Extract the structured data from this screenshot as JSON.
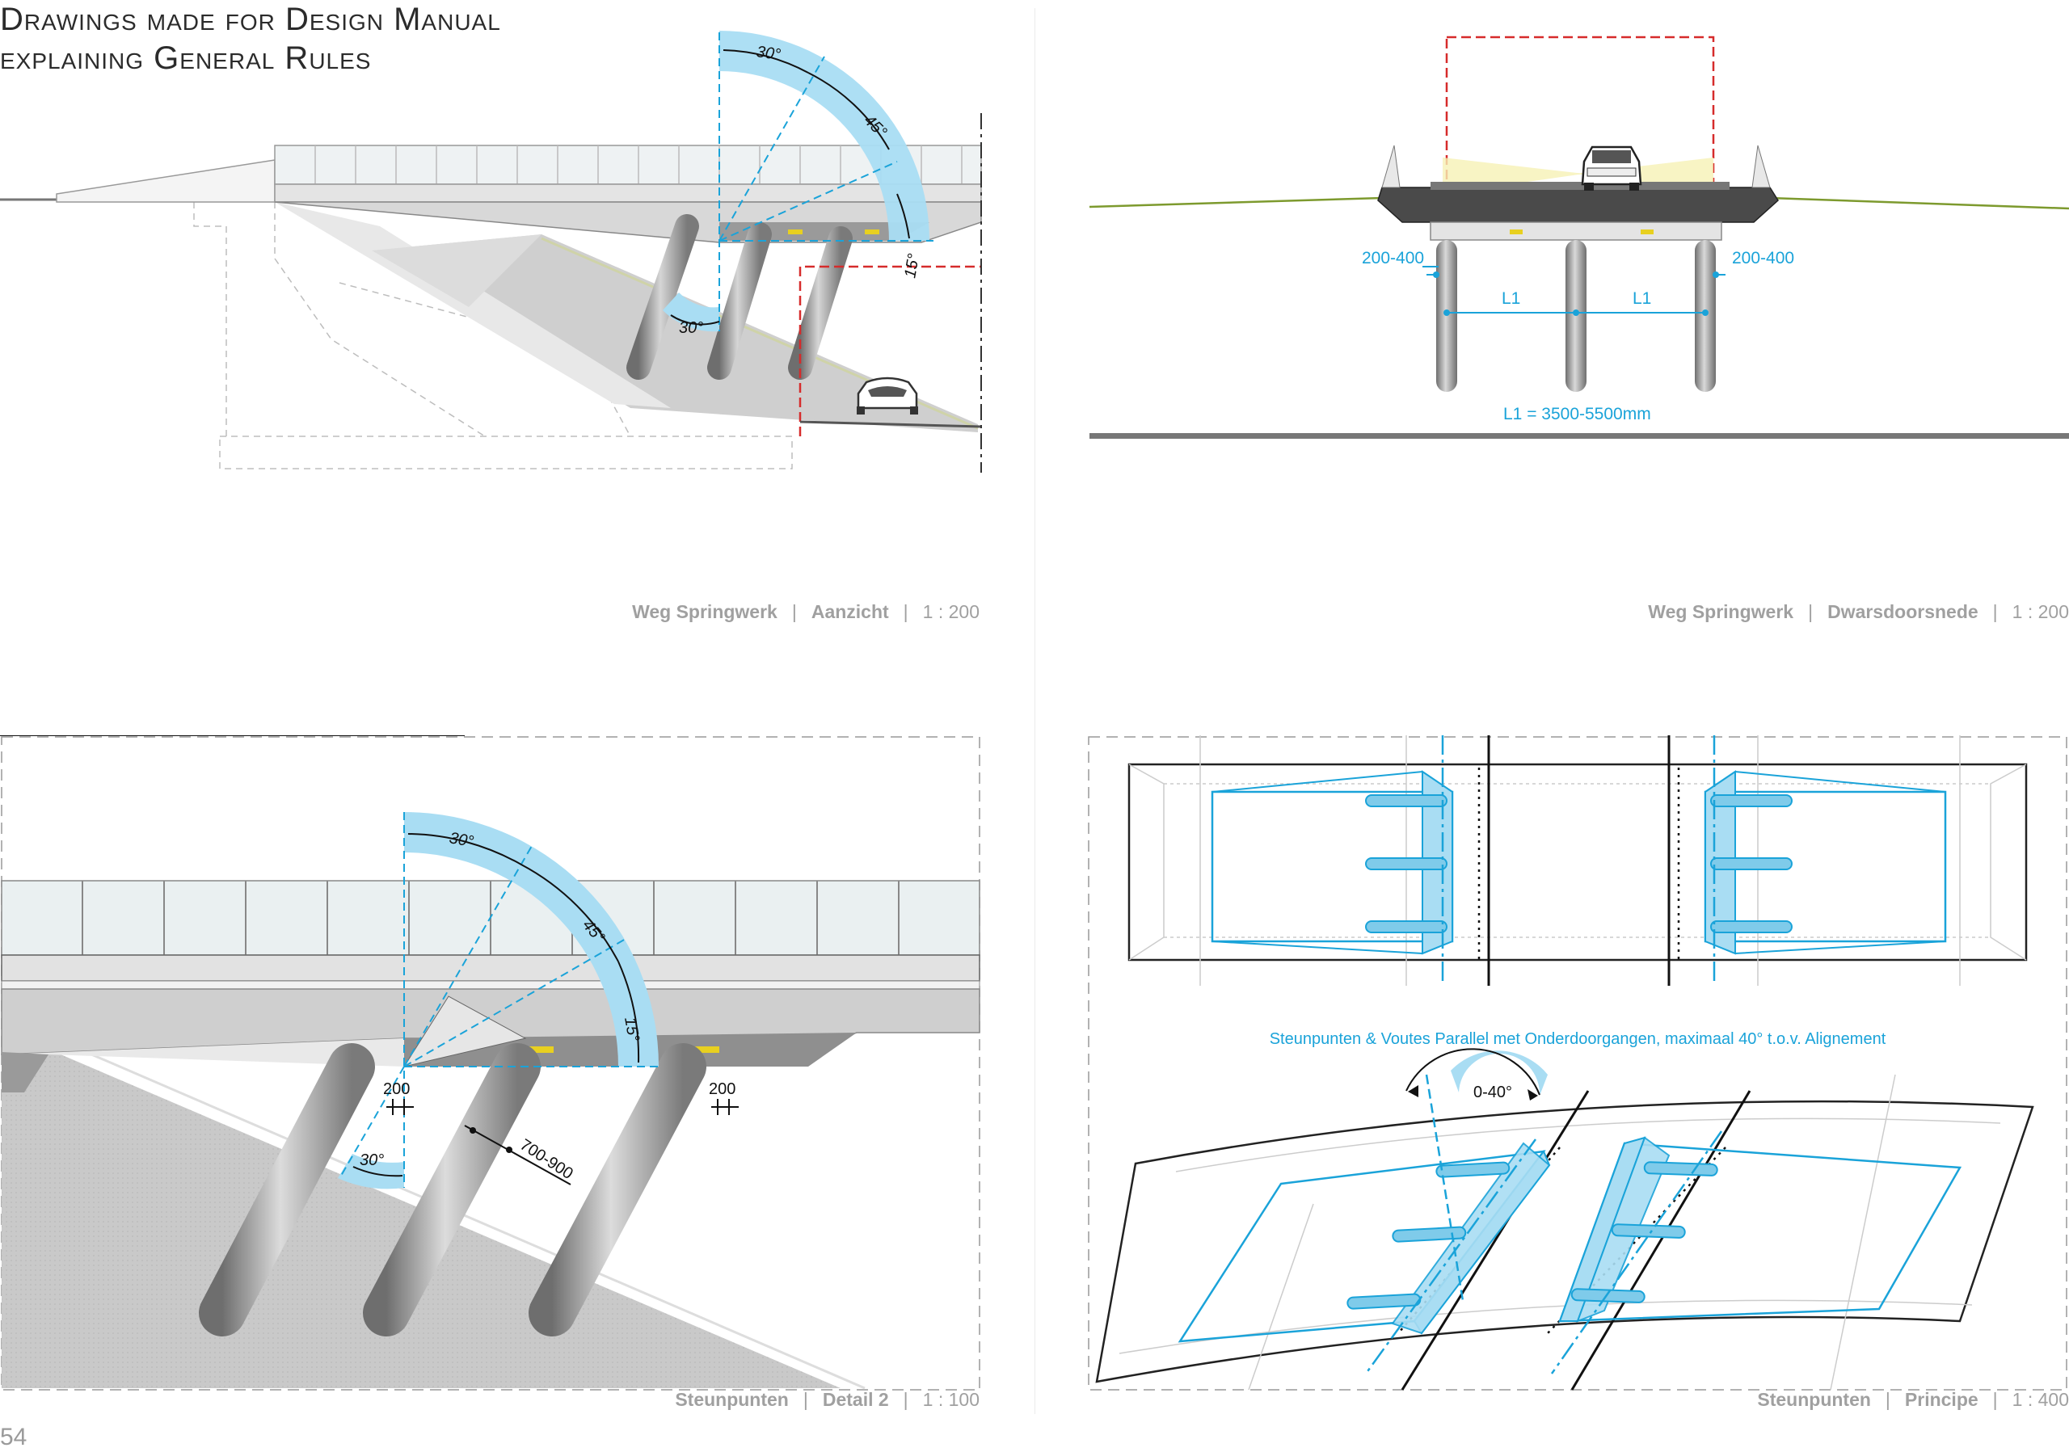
{
  "page": {
    "title_line1": "Drawings made for Design Manual",
    "title_line2": "explaining General Rules",
    "page_number": "54"
  },
  "panels": {
    "elevation": {
      "caption_road": "Weg Springwerk",
      "caption_view": "Aanzicht",
      "caption_scale": "1 : 200",
      "angle_top": "30°",
      "angle_mid": "45°",
      "angle_side": "15°",
      "angle_bottom": "30°"
    },
    "cross_section": {
      "caption_road": "Weg Springwerk",
      "caption_view": "Dwarsdoorsnede",
      "caption_scale": "1 : 200",
      "dim_left": "200-400",
      "dim_right": "200-400",
      "span_left": "L1",
      "span_right": "L1",
      "span_note": "L1 = 3500-5500mm"
    },
    "detail": {
      "caption_road": "Steunpunten",
      "caption_view": "Detail 2",
      "caption_scale": "1 : 100",
      "angle_top": "30°",
      "angle_mid": "45°",
      "angle_side": "15°",
      "angle_bottom": "30°",
      "dim_left": "200",
      "dim_right": "200",
      "dim_diameter": "700-900"
    },
    "principle": {
      "caption_road": "Steunpunten",
      "caption_view": "Principe",
      "caption_scale": "1 : 400",
      "note": "Steunpunten & Voutes Parallel met Onderdoorgangen, maximaal 40° t.o.v. Alignement",
      "angle_range": "0-40°"
    }
  },
  "colors": {
    "accent_blue": "#1aa3d9",
    "light_blue": "#a9ddf3",
    "clearance_red": "#d62b2b",
    "grass_green": "#7d9a2e",
    "caption_gray": "#a0a0a0"
  }
}
